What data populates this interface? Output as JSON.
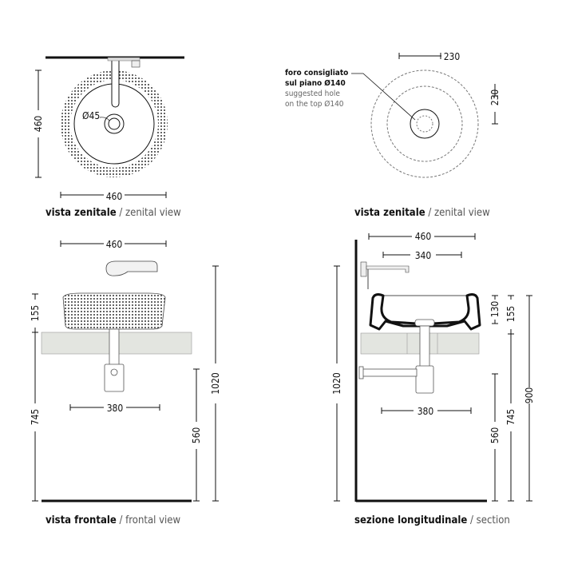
{
  "views": {
    "top_left": {
      "caption_bold": "vista zenitale",
      "caption_light": " / zenital view",
      "dim_width": "460",
      "dim_depth": "460",
      "drain_label": "Ø45"
    },
    "top_right": {
      "caption_bold": "vista zenitale",
      "caption_light": " / zenital view",
      "dim_h": "230",
      "dim_v": "230",
      "note_it_1": "foro consigliato",
      "note_it_2": "sul piano Ø140",
      "note_en_1": "suggested hole",
      "note_en_2": "on the top Ø140"
    },
    "bottom_left": {
      "caption_bold": "vista frontale",
      "caption_light": " / frontal view",
      "dim_width": "460",
      "dim_basin_h": "155",
      "dim_counter_h": "745",
      "dim_trap": "380",
      "dim_drain_h": "560",
      "dim_tap_h": "1020"
    },
    "bottom_right": {
      "caption_bold": "sezione longitudinale",
      "caption_light": " / section",
      "dim_width": "460",
      "dim_spout": "340",
      "dim_inner_h": "130",
      "dim_basin_h": "155",
      "dim_rim_h": "900",
      "dim_counter_h": "745",
      "dim_trap": "380",
      "dim_drain_h": "560",
      "dim_tap_h": "1020"
    }
  }
}
